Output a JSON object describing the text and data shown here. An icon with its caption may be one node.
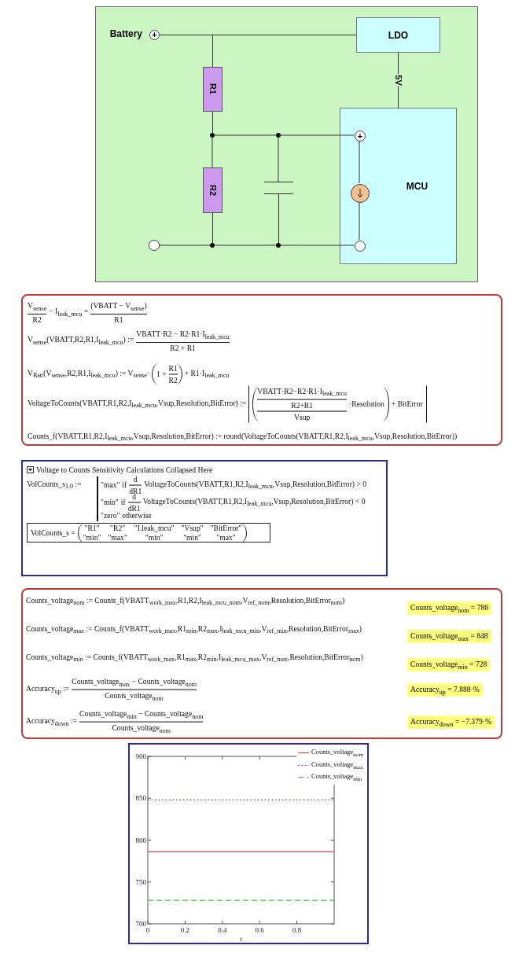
{
  "diagram": {
    "nodes": [
      {
        "text": [
          "+"
        ],
        "beside": [
          "Battery"
        ]
      },
      {
        "text": [
          "LDO"
        ]
      },
      {
        "text": [
          "R1"
        ]
      },
      {
        "text": [
          "MCU"
        ]
      },
      {
        "text": [
          "+"
        ],
        "in": 3
      },
      {
        "text": [],
        "shape": "dot"
      },
      {
        "text": [],
        "shape": "dot"
      },
      {
        "text": [],
        "shape": "capacitor"
      },
      {
        "text": [
          "R2"
        ]
      },
      {
        "text": [],
        "shape": "circle",
        "in": 3
      },
      {
        "text": [],
        "shape": "circle"
      },
      {
        "text": [],
        "shape": "dot"
      },
      {
        "text": [],
        "shape": "dot"
      },
      {
        "text": [],
        "shape": "circle",
        "in": 3
      },
      {
        "text": [
          "V$_{sense}$",
          "R2",
          "− I$_{leak_mcu}$ =",
          "(VBATT − V$_{sense}$)",
          "R1",
          "V$_{sense}$(VBATT,R2,R1,I$_{leak_mcu}$) :=",
          "VBATT·R2 − R2·R1·I$_{leak_mcu}$",
          "R2 + R1",
          "V$_{Batt}$(V$_{sense}$,R2,R1,I$_{leak_mcu}$) := V$_{sense}$·",
          "1 +",
          "R1",
          "R2",
          "+ R1·I$_{leak_mcu}$",
          "VoltageToCounts(VBATT,R1,R2,I$_{leak_mcu}$,Vsup,Resolution,BitError) :=",
          "VBATT·R2−R2·R1·I$_{leak_mcu}$",
          "R2+R1",
          "Vsup",
          "·Resolution",
          "+ BitError",
          "Counts_f(VBATT,R1,R2,I$_{leak_mcu}$,Vsup,Resolution,BitError) := round(VoltageToCounts(VBATT,R1,R2,I$_{leak_mcu}$,Vsup,Resolution,BitError))"
        ]
      },
      {
        "text": [
          "Voltage to Counts Sensitivity Calculations Collapsed Here",
          "VolCounts_s$_{1,0}$ :=",
          "\"max\"",
          "if",
          "d",
          "dR1",
          "VoltageToCounts(VBATT,R1,R2,I$_{leak_mcu}$,Vsup,Resolution,BitError) > 0",
          "\"min\"",
          "if",
          "d",
          "dR1",
          "VoltageToCounts(VBATT,R1,R2,I$_{leak_mcu}$,Vsup,Resolution,BitError) < 0",
          "\"zero\"",
          "otherwise"
        ]
      },
      {
        "text": [
          "VolCounts_s =",
          "\"R1\"",
          "\"R2\"",
          "\"I.leak_mcu\"",
          "\"Vsup\"",
          "\"BitError\"",
          "\"min\"",
          "\"max\"",
          "\"min\"",
          "\"min\"",
          "\"max\""
        ],
        "in": 15
      },
      {
        "text": [
          "Counts_voltage$_{nom}$ := Counts_f(VBATT$_{work_max}$,R1,R2,I$_{leak_mcu_nom}$,V$_{ref_nom}$,Resolution,BitError$_{nom}$)",
          "Counts_voltage$_{max}$ := Counts_f(VBATT$_{work_max}$,R1$_{min}$,R2$_{max}$,I$_{leak_mcu_min}$,V$_{ref_min}$,Resolution,BitError$_{max}$)",
          "Counts_voltage$_{min}$ := Counts_f(VBATT$_{work_max}$,R1$_{max}$,R2$_{min}$,I$_{leak_mcu_max}$,V$_{ref_max}$,Resolution,BitError$_{nom}$)",
          "Accuracy$_{up}$ :=",
          "Counts_voltage$_{max}$ − Counts_voltage$_{nom}$",
          "Counts_voltage$_{nom}$",
          "Accuracy$_{down}$ :=",
          "Counts_voltage$_{min}$ − Counts_voltage$_{nom}$",
          "Counts_voltage$_{nom}$"
        ]
      },
      {
        "text": [
          "Counts_voltage$_{nom}$ = 786"
        ],
        "in": 17
      },
      {
        "text": [
          "Counts_voltage$_{max}$ = 848"
        ],
        "in": 17
      },
      {
        "text": [
          "Counts_voltage$_{min}$ = 728"
        ],
        "in": 17
      },
      {
        "text": [
          "Accuracy$_{up}$ = 7.888·%"
        ],
        "in": 17
      },
      {
        "text": [
          "Accuracy$_{down}$ = −7.379·%"
        ],
        "in": 17
      }
    ],
    "edges": [
      {
        "from": 0,
        "to": 1,
        "arrow": "none"
      },
      {
        "from": 0,
        "to": 2,
        "arrow": "none"
      },
      {
        "from": 1,
        "to": 3,
        "arrow": "none",
        "label": "5V"
      },
      {
        "from": 2,
        "to": 5,
        "arrow": "none"
      },
      {
        "from": 5,
        "to": 8,
        "arrow": "none"
      },
      {
        "from": 5,
        "to": 6,
        "arrow": "none"
      },
      {
        "from": 6,
        "to": 4,
        "arrow": "none"
      },
      {
        "from": 6,
        "to": 7,
        "arrow": "none"
      },
      {
        "from": 4,
        "to": 9,
        "arrow": "none"
      },
      {
        "from": 9,
        "to": 13,
        "arrow": "none"
      },
      {
        "from": 10,
        "to": 11,
        "arrow": "none"
      },
      {
        "from": 8,
        "to": 11,
        "arrow": "none"
      },
      {
        "from": 11,
        "to": 12,
        "arrow": "none"
      },
      {
        "from": 7,
        "to": 12,
        "arrow": "none"
      },
      {
        "from": 12,
        "to": 13,
        "arrow": "none"
      }
    ],
    "chart_data": {
      "type": "line",
      "xlabel": "t",
      "x": [
        0,
        1
      ],
      "series": [
        {
          "name": "Counts_voltage$_{nom}$",
          "color": "#e04848",
          "line_style": "solid",
          "values": [
            786,
            786
          ]
        },
        {
          "name": "Counts_voltage$_{max}$",
          "color": "#3838c8",
          "line_style": "dotted",
          "values": [
            848,
            848
          ]
        },
        {
          "name": "Counts_voltage$_{min}$",
          "color": "#38c838",
          "line_style": "dashed",
          "values": [
            728,
            728
          ]
        }
      ],
      "legend": "upper right",
      "xlim": [
        0,
        1
      ],
      "ylim": [
        700,
        900
      ],
      "xticks": [
        0,
        0.2,
        0.4,
        0.6,
        0.8
      ],
      "yticks": [
        700,
        750,
        800,
        850,
        900
      ]
    }
  }
}
